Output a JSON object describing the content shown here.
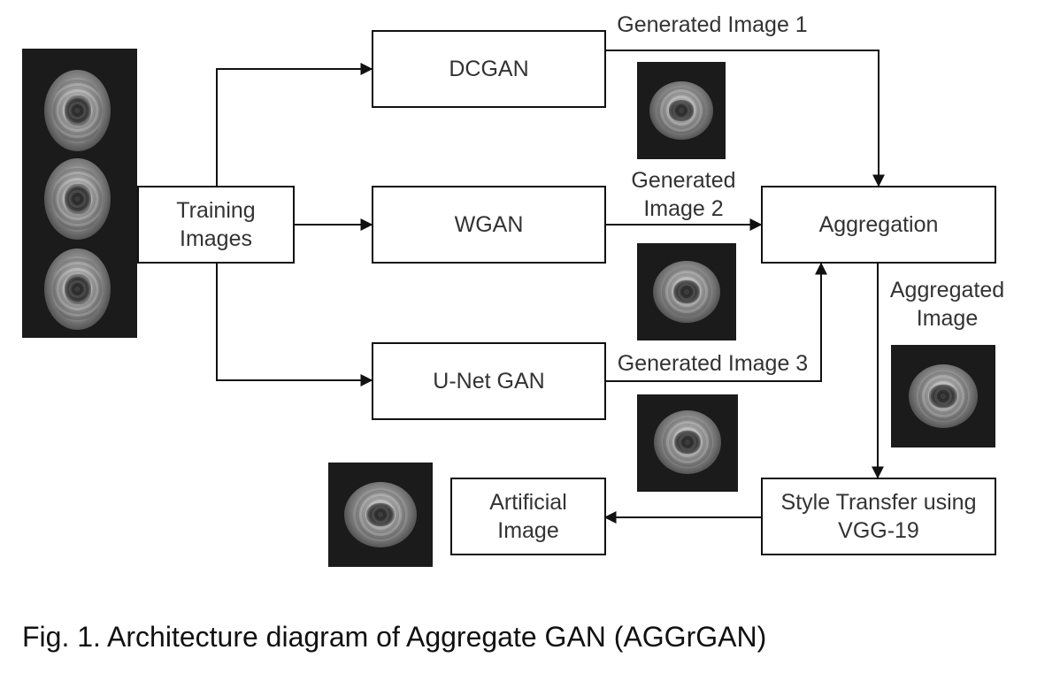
{
  "nodes": {
    "training": "Training\nImages",
    "dcgan": "DCGAN",
    "wgan": "WGAN",
    "unet": "U-Net GAN",
    "aggregation": "Aggregation",
    "style_transfer": "Style Transfer using\nVGG-19",
    "artificial": "Artificial\nImage"
  },
  "edge_labels": {
    "gen1": "Generated Image 1",
    "gen2": "Generated\nImage 2",
    "gen3": "Generated Image 3",
    "aggregated": "Aggregated\nImage"
  },
  "caption": "Fig. 1. Architecture diagram of Aggregate GAN (AGGrGAN)",
  "colors": {
    "stroke": "#111111",
    "thumbnail_bg": "#1b1b1b"
  }
}
